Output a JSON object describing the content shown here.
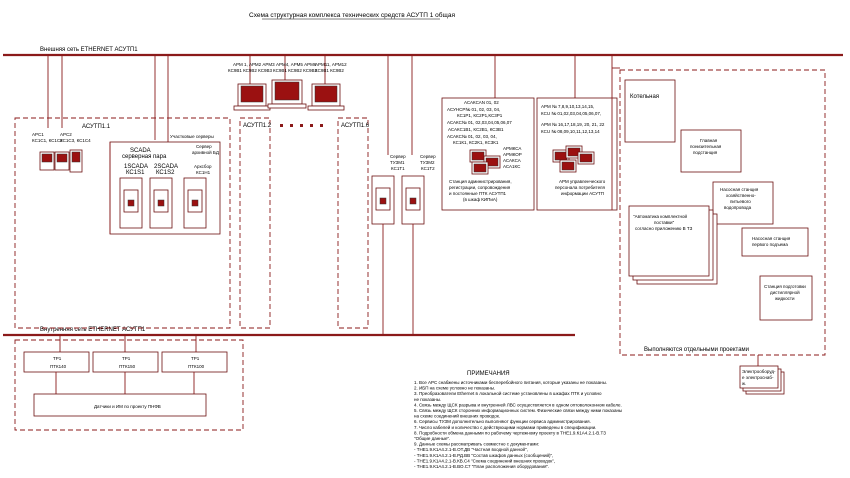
{
  "title": "Схема структурная комплекса технических средств АСУТП 1 общая",
  "external_net": "Внешняя сеть  ETHERNET АСУТП1",
  "internal_net": "Внутренняя сеть  ETHERNET АСУТП1",
  "arm_groups": {
    "g1": [
      "АРМ 1, АРМ2 АРМ3",
      "КС9В1 КС9В2 КС9В3"
    ],
    "g2": [
      "АРМ4, АРМ5 АРМ6",
      "КС9В1 КС9В2 КС9В3"
    ],
    "g3": [
      "АРМ11, АРМ12",
      "КС9В1 КС9В2"
    ]
  },
  "asutp1": {
    "label": "АСУТП1.1",
    "apc": [
      "АРС1",
      "КС1С1, КС1С2"
    ],
    "apc2": [
      "АРС2",
      "КС1С3, КС1С4"
    ],
    "servers_label": "Участковые серверы",
    "scada_pair": [
      "SCADA",
      "серверная пара"
    ],
    "srv1": [
      "1SCADA",
      "КС1S1"
    ],
    "srv2": [
      "2SCADA",
      "КС1S2"
    ],
    "srv3_top": [
      "Сервер",
      "архивной БД"
    ],
    "srv3": [
      "Архсбор",
      "КС1Н1"
    ]
  },
  "asutp12": "АСУТП1.2",
  "asutp16": "АСУТП1.6",
  "tuzm1": [
    "Сервер",
    "ТУЗМ1",
    "КС1Т1"
  ],
  "tuzm2": [
    "Сервер",
    "ТУЗМ2",
    "КС1Т2"
  ],
  "ksa_lines": [
    "АСАКСАN 01, 02",
    "АСУНСР№ 01, 02, 03, 04,",
    "КС1Р1, КС2Р1,КС3Р1",
    "АСАКС№ 01, 02,03,04,05,06,07",
    "АСАКС1В1, КС2В1, КС3В1",
    "АСАКС№ 01, 02, 03, 04,",
    "КС1К1, КС2К1, КС3К1",
    "АРМКСА",
    "АРМКОР",
    "АСАКСА",
    "АСА1КС"
  ],
  "station_label": [
    "Станция администрирования,",
    "регистрации, сопровождения",
    "и постоянные ПТК АСУТП1",
    "(в шкаф КИПиА)"
  ],
  "arm_right": [
    "АРМ № 7,8,9,10,13,14,15,",
    "КСU № 01,02,03,04,05,06,07,",
    "АРМ № 16,17,18,19, 20, 21, 22",
    "КСU № 08,09,10,11,12,13,14"
  ],
  "arm_right_bottom": [
    "АРМ управленческого",
    "персонала потребителя",
    "информации АСУТП"
  ],
  "projects": {
    "kotelnaya": "Котельная",
    "podstanciya": [
      "Главная",
      "понизительная",
      "подстанция"
    ],
    "nasos1": [
      "Насосная станция",
      "хозяйственно-",
      "питьевого",
      "водопровода"
    ],
    "automation": [
      "\"Автоматика комплектной",
      "поставки\"",
      "согласно приложению В ТЗ"
    ],
    "nasos2": [
      "Насосная станция",
      "первого подъема"
    ],
    "distil": [
      "Станция подготовки",
      "дистиллярной",
      "жидкости"
    ],
    "footer": "Выполняются отдельными проектами"
  },
  "bottom": {
    "tp1": [
      "ТР1",
      "ПТК140"
    ],
    "tp2": [
      "ТР1",
      "ПТК150"
    ],
    "tp3": [
      "ТР1",
      "ПТК100"
    ],
    "data": "Датчики и ИМ  по проекту ПНФВ"
  },
  "notes": {
    "title": "ПРИМЕЧАНИЯ",
    "lines": [
      "1. Все АРС снабжены источниками бесперебойного питания, которые указаны не показаны.",
      "2. ИБП на схеме условно не показаны.",
      "3. Преобразователи Ethernet в локальной системе установлены в шкафах ПТК и условно",
      "   не показаны.",
      "4. Связь между ЩСК разрыва и внутренней ЛВС осуществляется в одном оптоволоконном кабеле.",
      "5. Связь между ЩСК сторонних информационных систем. Физические связи между ними показаны",
      "   на схеме соединений внешних проводок.",
      "6. Сервисы ТУЗМ дополнительно выполняют функции сервиса администрирования.",
      "7. Число кабелей и количество с действующими нормами приведены в спецификации.",
      "8. Подробности обмена данными по рабочему чертежному проекту в ТНЕ1.9.К1А4.2.1-В.ТЗ",
      "   \"Общие данные\".",
      "9. Данные схемы рассматривать совместно с документами:",
      "   - ТНЕ1.9.К1А4.2.1-В.ОТ.ДВ \"Частная входной данной\",",
      "   - ТНЕ1.9.К1А4.2.1-В.РД.ВВ \"Состав шкафов данных (сообщений)\",",
      "   - ТНЕ1.9.К1А4.2.1-В.КВ.С4 \"Схема соединений внешних проводок\",",
      "   - ТНЕ1.9.К1А4.2.1-В.ВО.С7 \"План расположения оборудования\"."
    ]
  },
  "legend_box": [
    "Электрооборуд-",
    "е электроснаб-",
    "ж."
  ]
}
